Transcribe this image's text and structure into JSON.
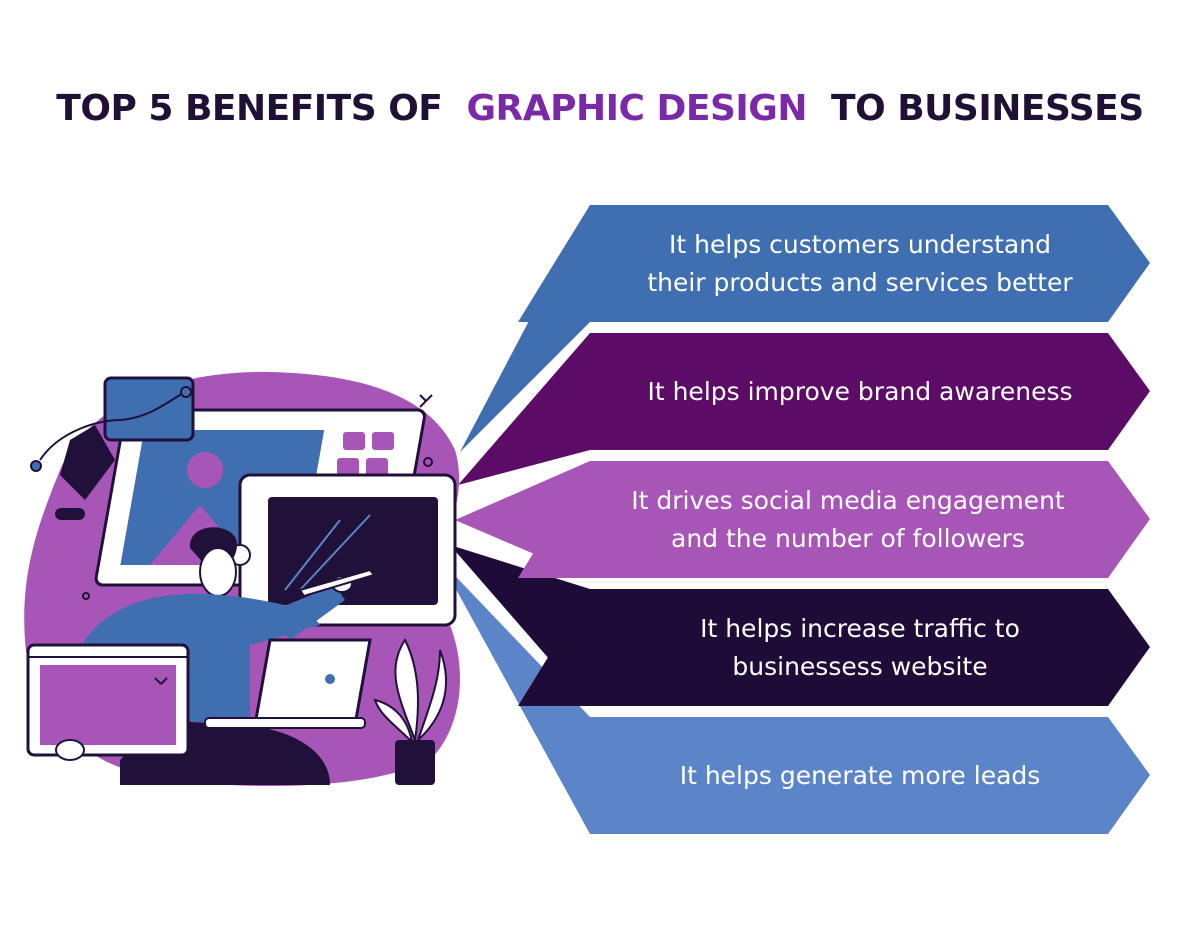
{
  "title": {
    "before": "TOP 5 BENEFITS  OF",
    "highlight": "GRAPHIC DESIGN",
    "after": "TO BUSINESSES"
  },
  "benefits": [
    {
      "text": "It helps customers understand\ntheir products and services better",
      "color": "#3f6fb1"
    },
    {
      "text": "It helps improve brand awareness",
      "color": "#5c0c66"
    },
    {
      "text": "It drives social media engagement\nand the number of followers",
      "color": "#a855b8"
    },
    {
      "text": "It helps increase traffic to\nbusinessess website",
      "color": "#1f0b38"
    },
    {
      "text": "It helps generate more leads",
      "color": "#5b85c8"
    }
  ],
  "colors": {
    "title": "#1f1135",
    "highlight": "#7a2aa8",
    "blob": "#a855b8",
    "dark": "#20113a",
    "blue": "#3f6fb1"
  }
}
